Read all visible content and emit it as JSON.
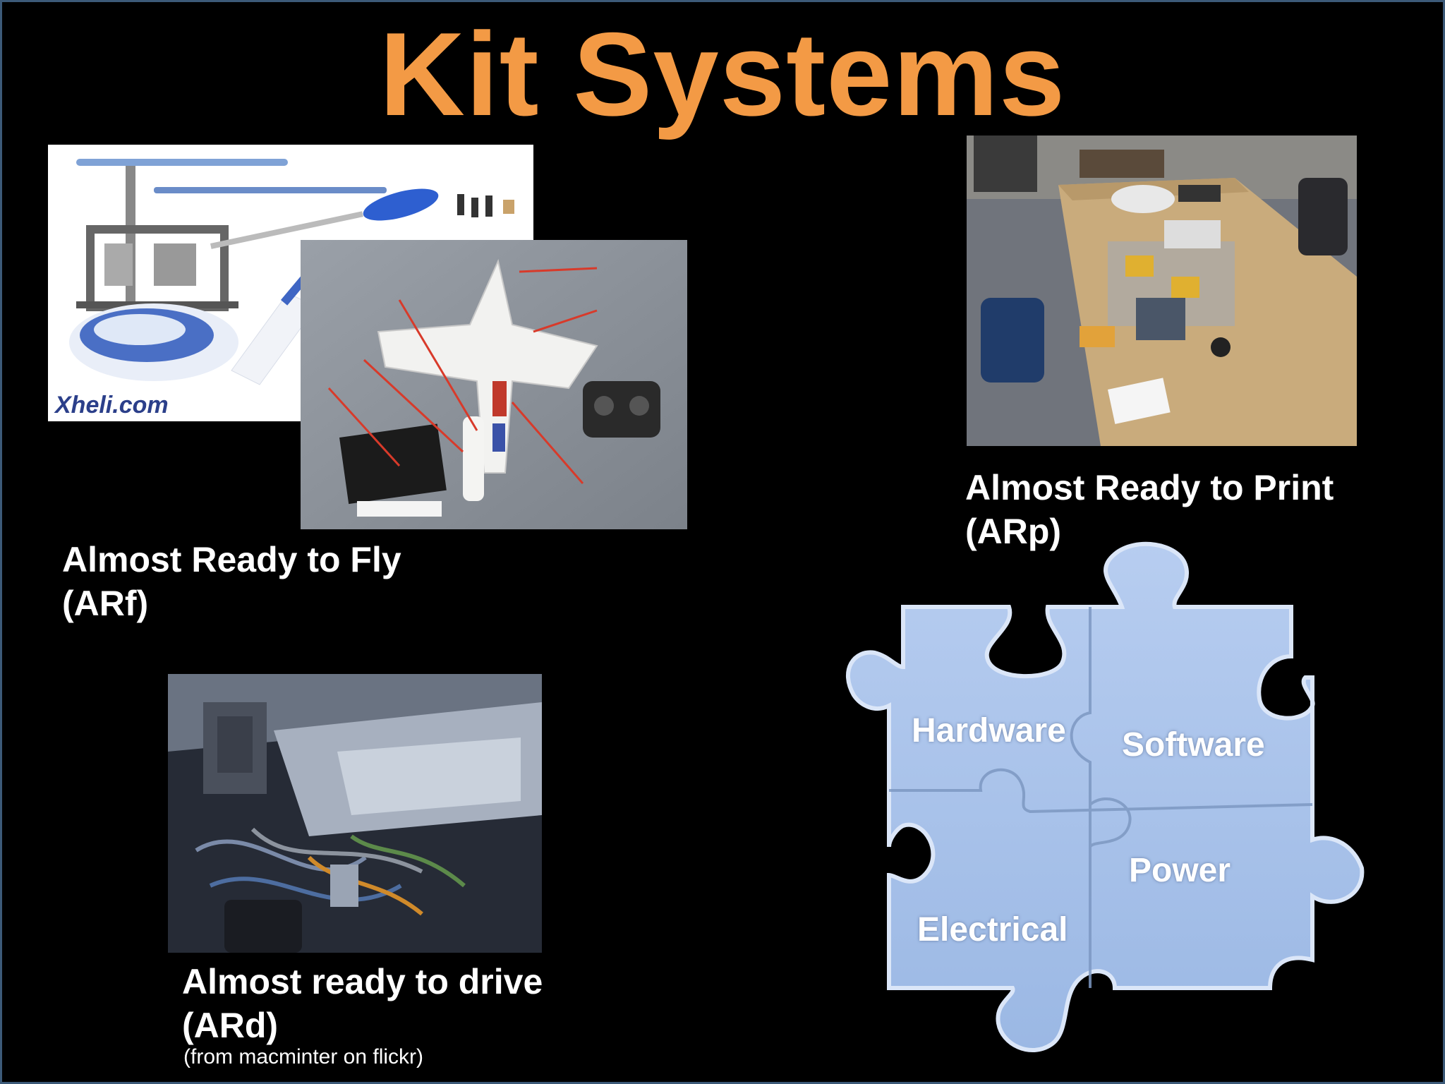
{
  "slide": {
    "title": "Kit Systems",
    "colors": {
      "title": "#f39a45",
      "background": "#000000",
      "puzzle": "#a9c4ec",
      "frame": "#3c5a78"
    }
  },
  "arf": {
    "caption_line1": "Almost Ready to Fly",
    "caption_line2": "(ARf)",
    "logo_text": "Xheli.com"
  },
  "arp": {
    "caption_line1": "Almost Ready to Print",
    "caption_line2": "(ARp)"
  },
  "ard": {
    "caption_line1": "Almost ready to drive",
    "caption_line2": "(ARd)",
    "credit": "(from macminter on flickr)"
  },
  "puzzle": {
    "pieces": {
      "hardware": "Hardware",
      "software": "Software",
      "electrical": "Electrical",
      "power": "Power"
    }
  }
}
